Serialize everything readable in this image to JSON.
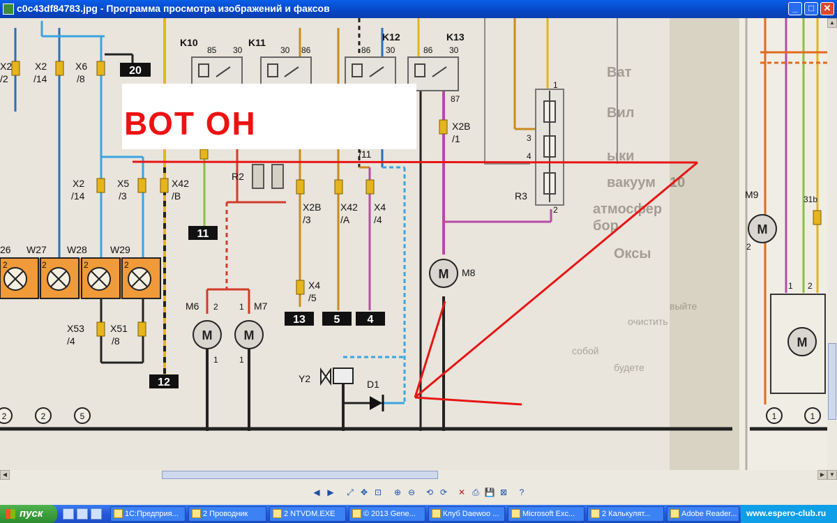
{
  "window": {
    "title": "c0c43df84783.jpg - Программа просмотра изображений и факсов",
    "controls": {
      "minimize": "_",
      "maximize": "□",
      "close": "✕"
    }
  },
  "image": {
    "overlay_text": "ВОТ ОН",
    "relays": [
      "K10",
      "K11",
      "K12",
      "K13"
    ],
    "relay_pins": [
      "85",
      "30",
      "30",
      "86",
      "86",
      "30",
      "86",
      "30",
      "87"
    ],
    "connectors": [
      "X2",
      "/14",
      "X6",
      "/8",
      "X2",
      "/14",
      "X5",
      "/3",
      "X42",
      "/B",
      "X2B",
      "/1",
      "X2B",
      "/3",
      "X42",
      "/A",
      "X4",
      "/4",
      "X4",
      "/5",
      "X53",
      "/4",
      "X51",
      "/8",
      "X2",
      "/2",
      "/11",
      "31b"
    ],
    "lamps": [
      "26",
      "W27",
      "W28",
      "W29"
    ],
    "motors": [
      "M6",
      "M7",
      "M8",
      "M9",
      "M",
      "M",
      "M",
      "M",
      "M"
    ],
    "resistors": [
      "R2",
      "R3"
    ],
    "other_components": [
      "Y2",
      "D1"
    ],
    "wire_labels": [
      "20",
      "11",
      "13",
      "5",
      "4",
      "12"
    ],
    "pin_numbers": [
      "2",
      "2",
      "2",
      "2",
      "2",
      "1",
      "1",
      "1",
      "3",
      "4",
      "2",
      "1",
      "2",
      "1",
      "2"
    ],
    "ground_markers": [
      "2",
      "2",
      "5",
      "1",
      "1"
    ],
    "book_text": [
      "Ват",
      "Вил",
      "ыки",
      "вакуум",
      "10",
      "атмосфер",
      "бор",
      "Оксы",
      "выйте",
      "очистить",
      "собой",
      "будете"
    ]
  },
  "viewer_toolbar": {
    "buttons": [
      "◀",
      "▶",
      "⤢",
      "✥",
      "⊡",
      "⊕",
      "⊖",
      "⟲",
      "⟳",
      "✕",
      "⎙",
      "💾",
      "⊠",
      "?"
    ]
  },
  "taskbar": {
    "start_label": "пуск",
    "tasks": [
      "1С:Предприя...",
      "2 Проводник",
      "2 NTVDM.EXE",
      "© 2013 Gene...",
      "Клуб Daewoo ...",
      "Microsoft Exc...",
      "2 Калькулят...",
      "Adobe Reader..."
    ],
    "tray_text": "www.espero-club.ru"
  }
}
